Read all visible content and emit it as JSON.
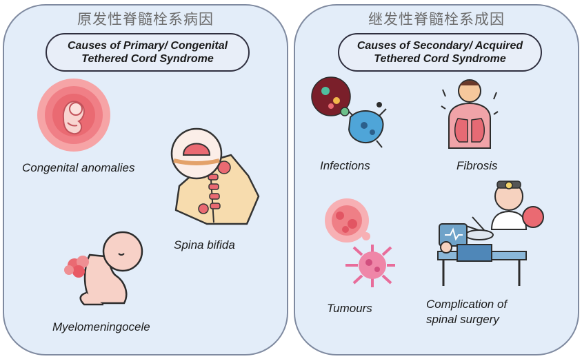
{
  "left_panel": {
    "cn_title": "原发性脊髓栓系病因",
    "pill_line1": "Causes of Primary/ Congenital",
    "pill_line2": "Tethered Cord Syndrome",
    "items": {
      "congenital": "Congenital anomalies",
      "spina_bifida": "Spina bifida",
      "myelo": "Myelomeningocele"
    }
  },
  "right_panel": {
    "cn_title": "继发性脊髓栓系成因",
    "pill_line1": "Causes of Secondary/ Acquired",
    "pill_line2": "Tethered Cord Syndrome",
    "items": {
      "infections": "Infections",
      "fibrosis": "Fibrosis",
      "tumours": "Tumours",
      "surgery_line1": "Complication of",
      "surgery_line2": "spinal surgery"
    }
  },
  "colors": {
    "panel_bg": "#e3edf9",
    "panel_border": "#7f8aa0",
    "pill_border": "#2f2f3f",
    "accent_pink": "#f07f86"
  },
  "icons": [
    "fetus-icon",
    "spina-bifida-icon",
    "infant-myelomeningocele-icon",
    "bacteria-virus-icon",
    "lungs-fibrosis-icon",
    "tumour-cells-icon",
    "surgeon-operation-icon"
  ]
}
